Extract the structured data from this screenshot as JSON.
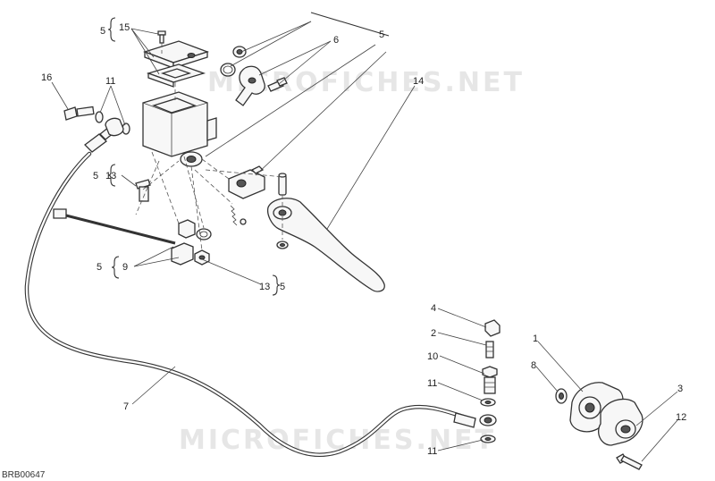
{
  "watermarks": [
    "MICROFICHES.NET",
    "MICROFICHES.NET"
  ],
  "drawing_code": "BRB00647",
  "callouts": [
    {
      "id": "c-5-top",
      "text": "5"
    },
    {
      "id": "c-15",
      "text": "15"
    },
    {
      "id": "c-6",
      "text": "6"
    },
    {
      "id": "c-5-right",
      "text": "5"
    },
    {
      "id": "c-16",
      "text": "16"
    },
    {
      "id": "c-11-top",
      "text": "11"
    },
    {
      "id": "c-14",
      "text": "14"
    },
    {
      "id": "c-5-mid",
      "text": "5"
    },
    {
      "id": "c-13-mid",
      "text": "13"
    },
    {
      "id": "c-5-low",
      "text": "5"
    },
    {
      "id": "c-9",
      "text": "9"
    },
    {
      "id": "c-13-low",
      "text": "13"
    },
    {
      "id": "c-5-low-right",
      "text": "5"
    },
    {
      "id": "c-4",
      "text": "4"
    },
    {
      "id": "c-2",
      "text": "2"
    },
    {
      "id": "c-10",
      "text": "10"
    },
    {
      "id": "c-11-mid",
      "text": "11"
    },
    {
      "id": "c-11-low",
      "text": "11"
    },
    {
      "id": "c-7",
      "text": "7"
    },
    {
      "id": "c-1",
      "text": "1"
    },
    {
      "id": "c-8",
      "text": "8"
    },
    {
      "id": "c-3",
      "text": "3"
    },
    {
      "id": "c-12",
      "text": "12"
    }
  ]
}
